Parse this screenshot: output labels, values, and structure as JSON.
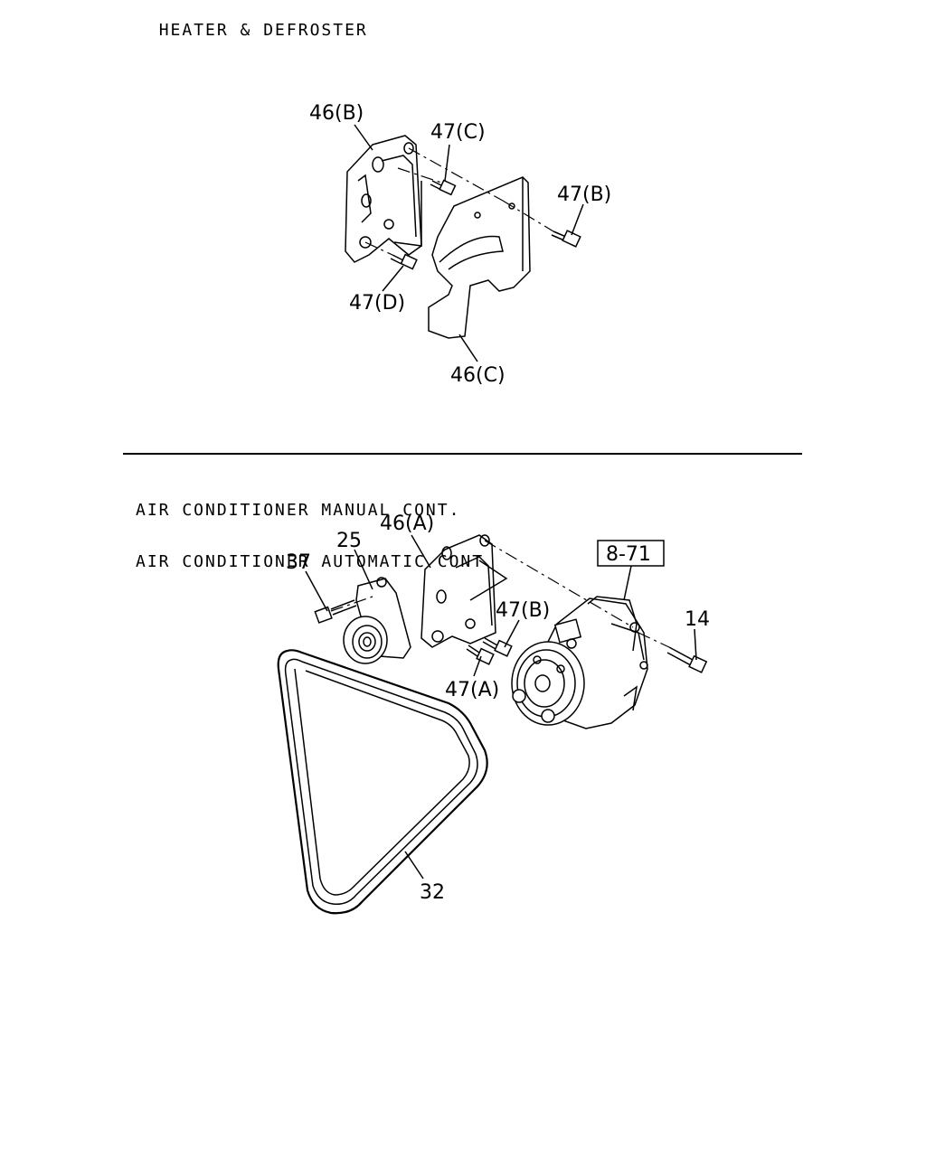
{
  "sections": [
    {
      "title_lines": [
        "HEATER & DEFROSTER"
      ]
    },
    {
      "title_lines": [
        "AIR CONDITIONER MANUAL CONT.",
        "AIR CONDITIONER AUTOMATIC CONT"
      ]
    }
  ],
  "callouts": {
    "top": {
      "bracket_b": "46(B)",
      "bolt_c": "47(C)",
      "bolt_b": "47(B)",
      "bolt_d": "47(D)",
      "bracket_c": "46(C)"
    },
    "bottom": {
      "bracket_a": "46(A)",
      "tensioner": "25",
      "bolt_37": "37",
      "ref_box": "8-71",
      "bolt_b": "47(B)",
      "bolt_a": "47(A)",
      "bolt_14": "14",
      "belt": "32"
    }
  }
}
